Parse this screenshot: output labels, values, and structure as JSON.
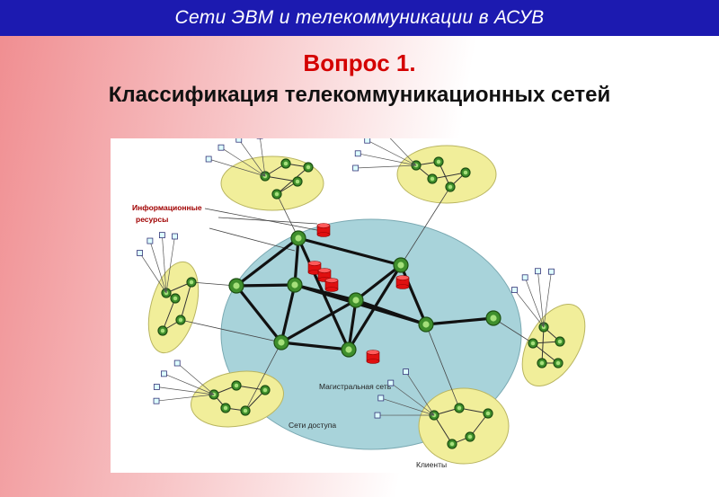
{
  "header": {
    "title": "Сети ЭВМ и телекоммуникации в АСУВ",
    "bar_color": "#1c1ab0"
  },
  "slide": {
    "question": "Вопрос 1.",
    "title": "Классификация телекоммуникационных сетей"
  },
  "diagram": {
    "labels": {
      "info_resources_line1": "Информационные",
      "info_resources_line2": "ресурсы",
      "backbone": "Магистральная сеть",
      "access_networks": "Сети доступа",
      "clients": "Клиенты"
    },
    "colors": {
      "backbone_fill": "#a8d3da",
      "access_fill": "#f1ee9a",
      "node": "#3f8f2c",
      "database": "#e01010"
    }
  }
}
